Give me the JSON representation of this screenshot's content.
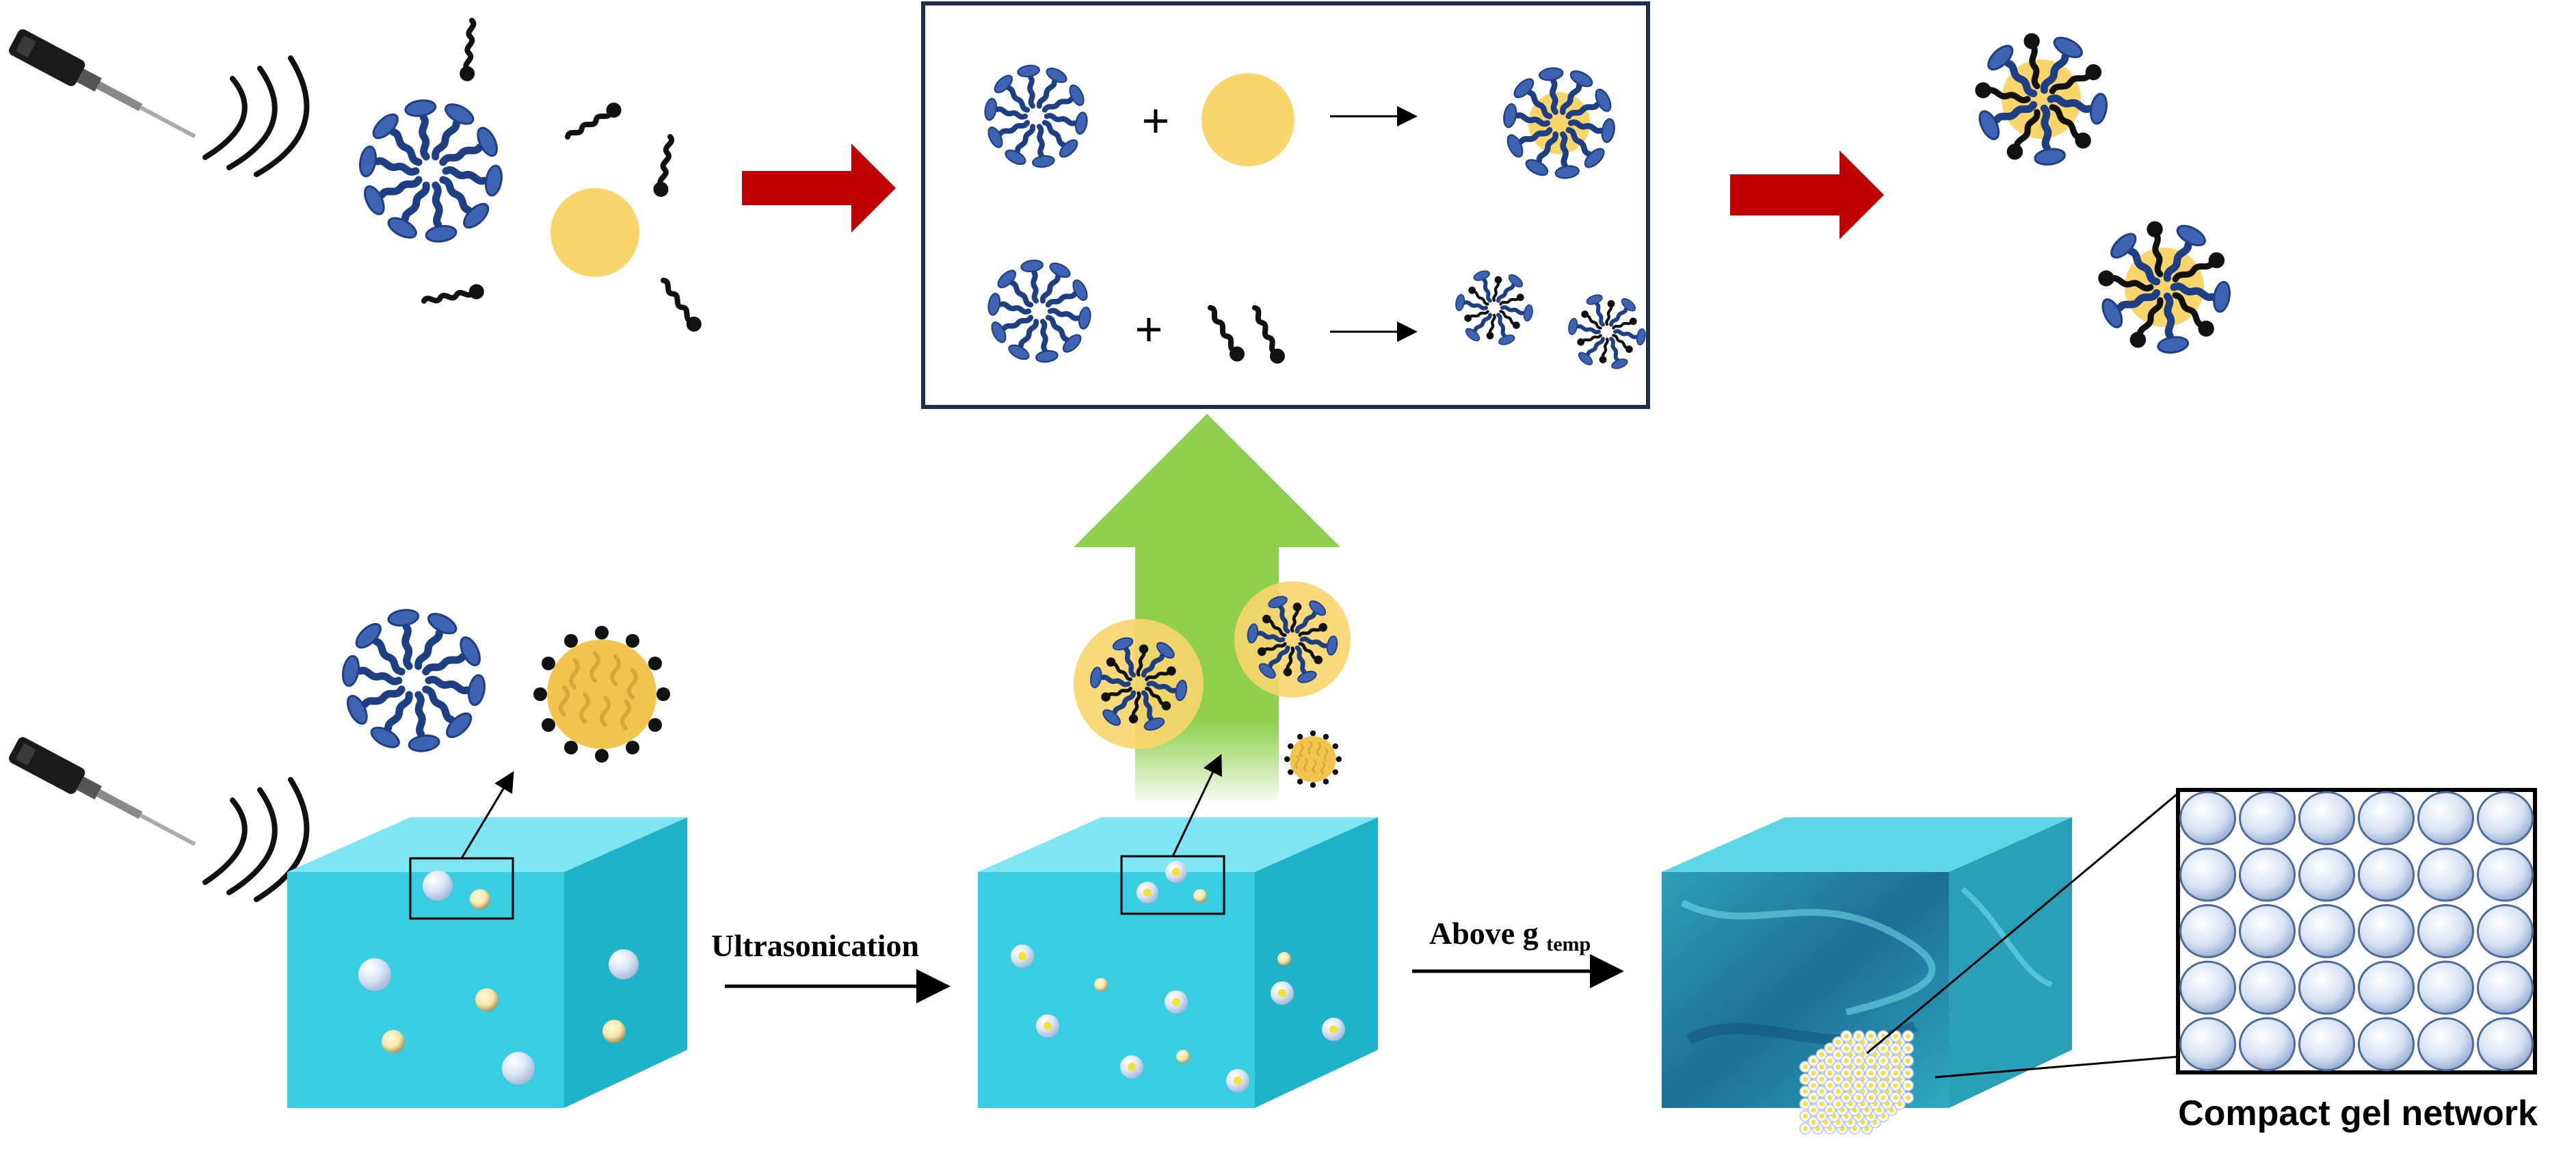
{
  "labels": {
    "ultrasonication": "Ultrasonication",
    "above_g": "Above g",
    "above_g_sub": "temp",
    "compact_gel": "Compact gel network"
  },
  "symbols": {
    "plus": "+"
  },
  "colors": {
    "micelle_blue": "#3f63b3",
    "micelle_dark": "#1f3f85",
    "yellow": "#fad56b",
    "red_arrow": "#c00000",
    "green_arrow": "#8fd14f",
    "water": "#38cde0",
    "box_border": "#1f2e4d"
  }
}
